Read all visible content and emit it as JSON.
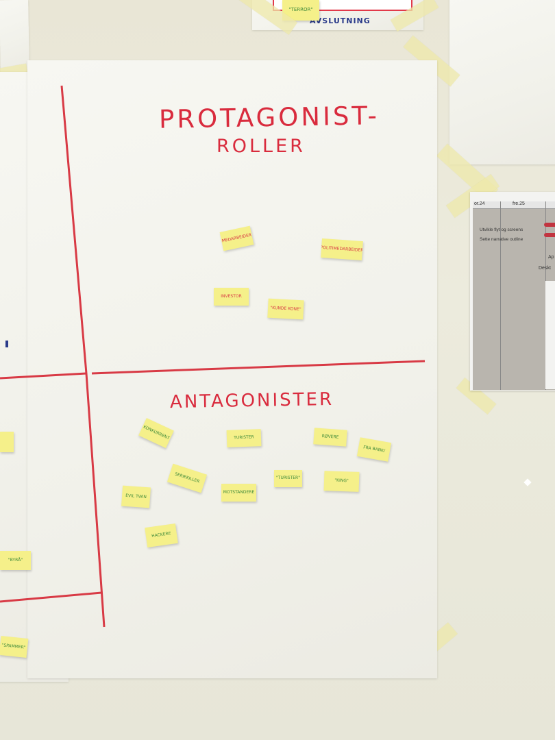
{
  "photo": {
    "top_sheet_text": "AVSLUTNING",
    "top_sticky": "\"TERROR\"",
    "poster": {
      "heading_line1": "PROTAGONIST-",
      "heading_line2": "ROLLER",
      "heading_bottom": "ANTAGONISTER",
      "protagonist_notes": [
        "MEDARBEIDER",
        "POLITIMEDARBEIDER",
        "INVESTOR",
        "\"KUNDE KONE\""
      ],
      "antagonist_notes": [
        "KONKURRENT",
        "TURISTER",
        "RØVERE",
        "FRA BANK/",
        "SERIEKILLER",
        "MOTSTANDERE",
        "\"TURISTER\"",
        "\"KING\"",
        "EVIL TWIN",
        "HACKERE"
      ],
      "left_notes": [
        "\"BYRÅ\"",
        "\"SPAMMER\""
      ]
    },
    "screen": {
      "col1": "or.24",
      "col2": "fre.25",
      "rows": [
        "Utvikle flyt og screens",
        "Sette narrative outline"
      ],
      "right_snips": [
        "Ap",
        "Deskt"
      ]
    },
    "colors": {
      "marker_red": "#d83a45",
      "sticky_yellow": "#f5f08a",
      "marker_green": "#3f8a3a"
    }
  }
}
